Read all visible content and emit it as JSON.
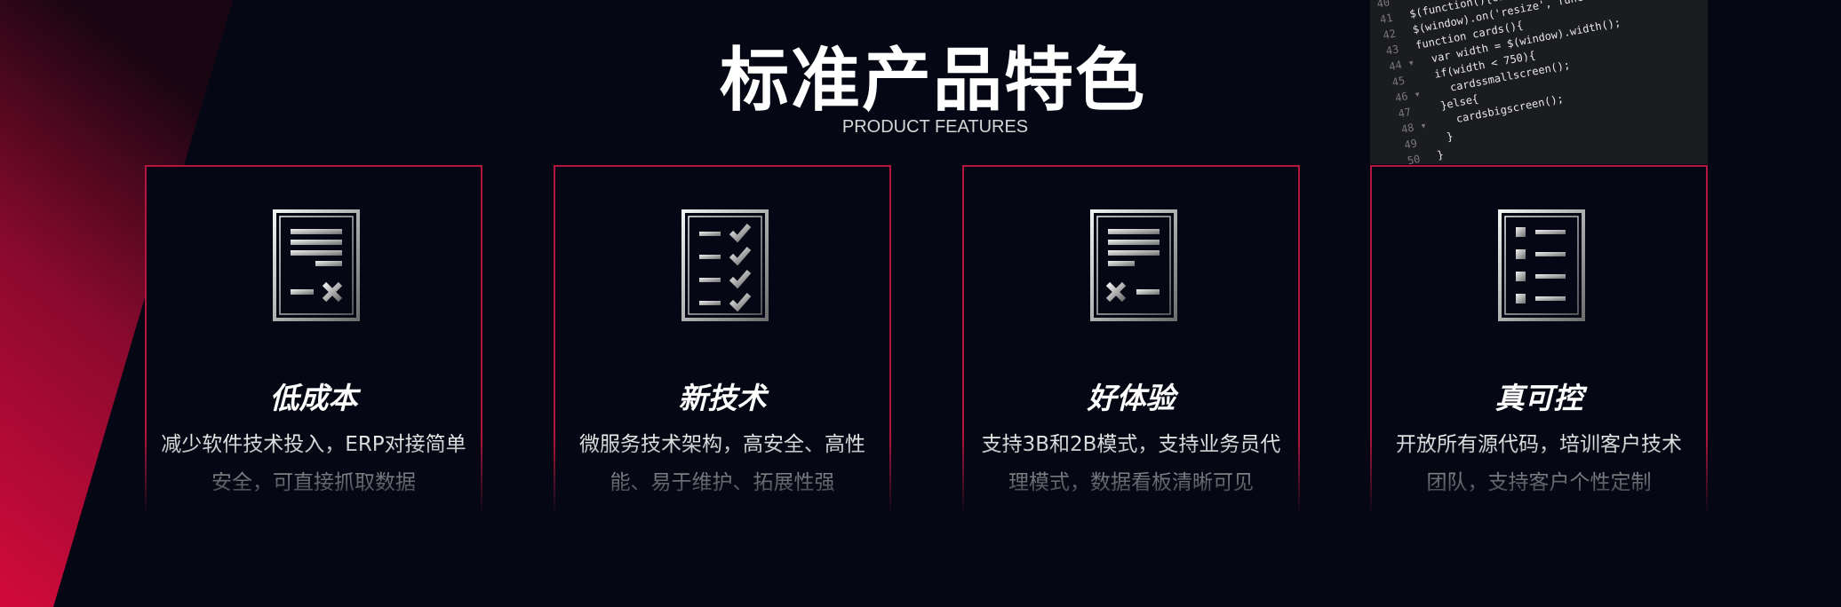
{
  "header": {
    "title": "标准产品特色",
    "subtitle": "PRODUCT FEATURES"
  },
  "code_image": {
    "lines": [
      {
        "num": "40",
        "text": ""
      },
      {
        "num": "41",
        "text": "$(function(){cards();});"
      },
      {
        "num": "42",
        "text": "$(window).on('resize', function(){cards"
      },
      {
        "num": "43",
        "text": "function cards(){"
      },
      {
        "num": "44 ▾",
        "text": "  var width = $(window).width();"
      },
      {
        "num": "45",
        "text": "  if(width < 750){"
      },
      {
        "num": "46 ▾",
        "text": "    cardssmallscreen();"
      },
      {
        "num": "47",
        "text": "  }else{"
      },
      {
        "num": "48 ▾",
        "text": "    cardsbigscreen();"
      },
      {
        "num": "49",
        "text": "  }"
      },
      {
        "num": "50",
        "text": "}"
      }
    ]
  },
  "cards": [
    {
      "title": "低成本",
      "desc": "减少软件技术投入，ERP对接简单安全，可直接抓取数据",
      "icon": "document-cross-icon"
    },
    {
      "title": "新技术",
      "desc": "微服务技术架构，高安全、高性能、易于维护、拓展性强",
      "icon": "checklist-icon"
    },
    {
      "title": "好体验",
      "desc": "支持3B和2B模式，支持业务员代理模式，数据看板清晰可见",
      "icon": "document-cross-icon"
    },
    {
      "title": "真可控",
      "desc": "开放所有源代码，培训客户技术团队，支持客户个性定制",
      "icon": "bullet-list-icon"
    }
  ],
  "colors": {
    "background": "#050814",
    "accent": "#c8103e",
    "card_border": "#b5163f"
  }
}
